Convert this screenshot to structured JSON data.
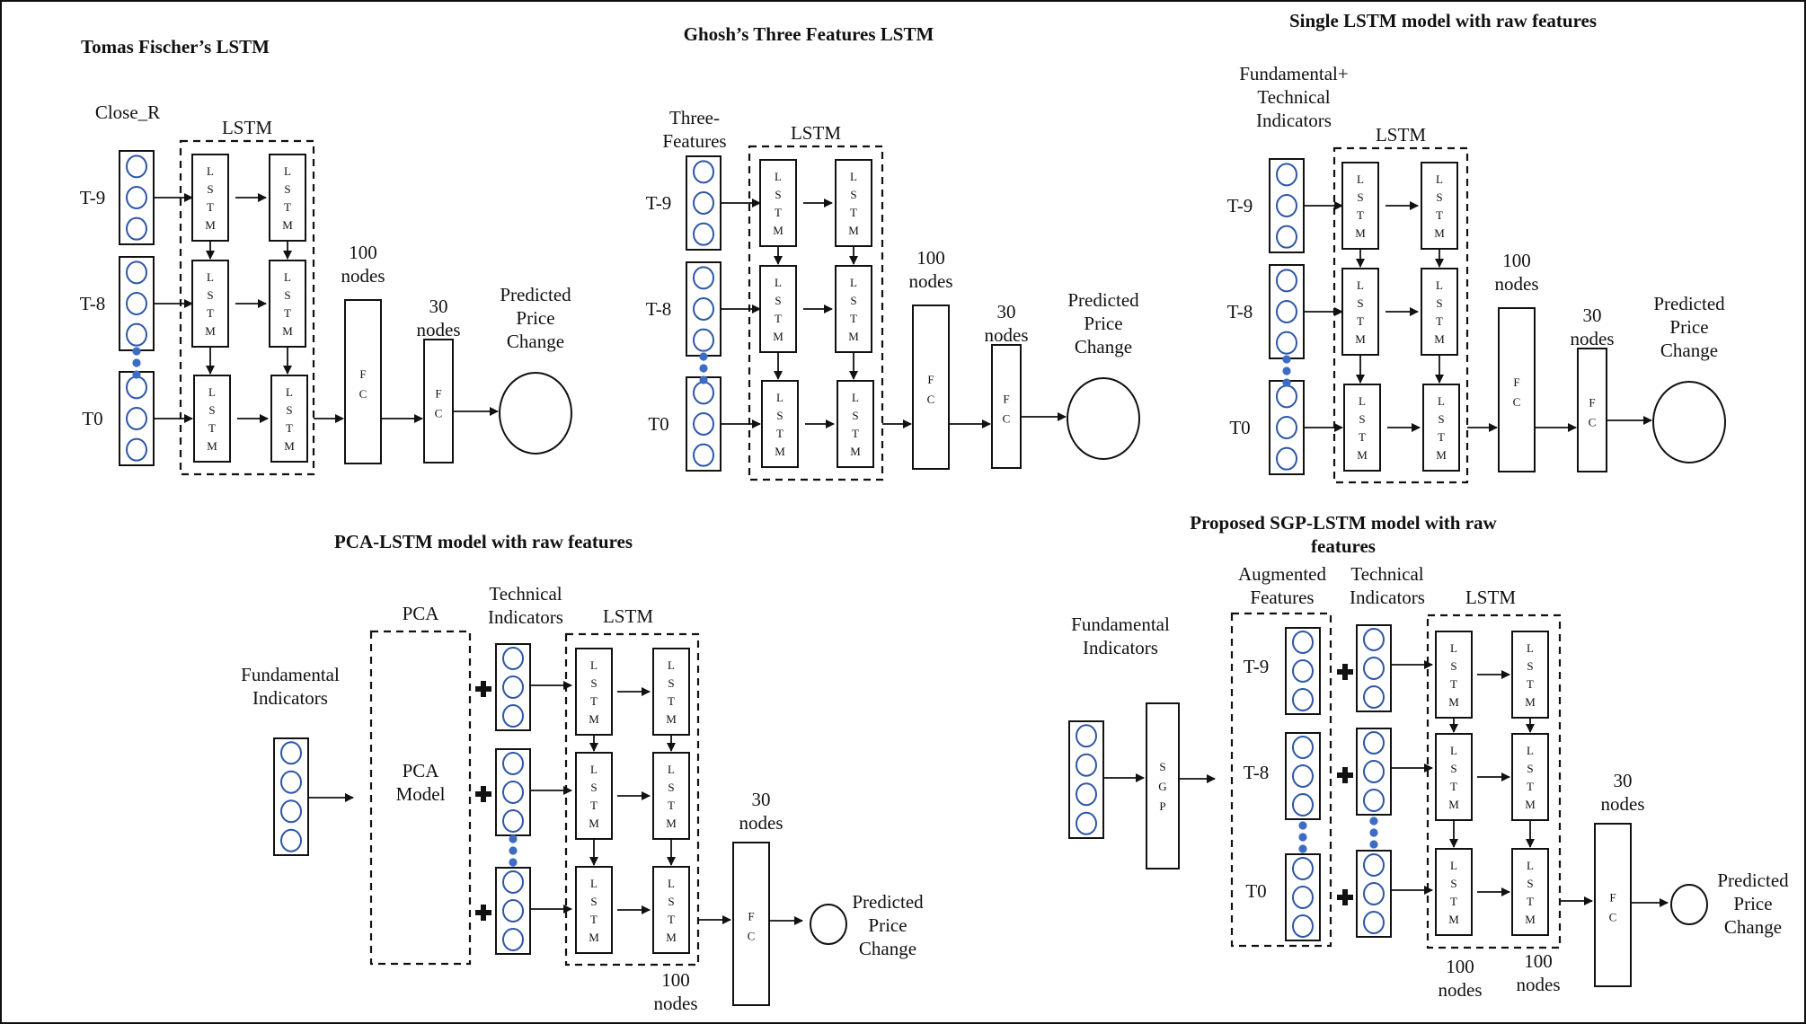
{
  "panels": {
    "fischer": {
      "title": "Tomas Fischer’s LSTM",
      "input_label": "Close_R",
      "lstm_label": "LSTM",
      "rows": [
        "T-9",
        "T-8",
        "T0"
      ],
      "fc1_label": [
        "100",
        "nodes"
      ],
      "fc2_label": [
        "30",
        "nodes"
      ],
      "output_label": [
        "Predicted",
        "Price",
        "Change"
      ]
    },
    "ghosh": {
      "title": "Ghosh’s Three Features LSTM",
      "input_label": [
        "Three-",
        "Features"
      ],
      "lstm_label": "LSTM",
      "rows": [
        "T-9",
        "T-8",
        "T0"
      ],
      "fc1_label": [
        "100",
        "nodes"
      ],
      "fc2_label": [
        "30",
        "nodes"
      ],
      "output_label": [
        "Predicted",
        "Price",
        "Change"
      ]
    },
    "single": {
      "title": "Single LSTM model with raw features",
      "input_label": [
        "Fundamental+",
        "Technical",
        "Indicators"
      ],
      "lstm_label": "LSTM",
      "rows": [
        "T-9",
        "T-8",
        "T0"
      ],
      "fc1_label": [
        "100",
        "nodes"
      ],
      "fc2_label": [
        "30",
        "nodes"
      ],
      "output_label": [
        "Predicted",
        "Price",
        "Change"
      ]
    },
    "pca": {
      "title": "PCA-LSTM model with raw features",
      "fund_label": [
        "Fundamental",
        "Indicators"
      ],
      "pca_label": "PCA",
      "pca_model_label": [
        "PCA",
        "Model"
      ],
      "tech_label": [
        "Technical",
        "Indicators"
      ],
      "lstm_label": "LSTM",
      "fc_label": [
        "30",
        "nodes"
      ],
      "lstm_nodes_label": [
        "100",
        "nodes"
      ],
      "output_label": [
        "Predicted",
        "Price",
        "Change"
      ]
    },
    "sgp": {
      "title": [
        "Proposed SGP-LSTM model with raw",
        "features"
      ],
      "fund_label": [
        "Fundamental",
        "Indicators"
      ],
      "sgp_letters": [
        "S",
        "G",
        "P"
      ],
      "aug_label": [
        "Augmented",
        "Features"
      ],
      "tech_label": [
        "Technical",
        "Indicators"
      ],
      "lstm_label": "LSTM",
      "rows": [
        "T-9",
        "T-8",
        "T0"
      ],
      "fc_label": [
        "30",
        "nodes"
      ],
      "lstm_nodes_label_1": [
        "100",
        "nodes"
      ],
      "lstm_nodes_label_2": [
        "100",
        "nodes"
      ],
      "output_label": [
        "Predicted",
        "Price",
        "Change"
      ]
    }
  },
  "cell_letters": [
    "L",
    "S",
    "T",
    "M"
  ],
  "fc_letters": [
    "F",
    "C"
  ],
  "colors": {
    "circle": "#2d56a8",
    "dot": "#3d6cc4",
    "line": "#111111"
  }
}
